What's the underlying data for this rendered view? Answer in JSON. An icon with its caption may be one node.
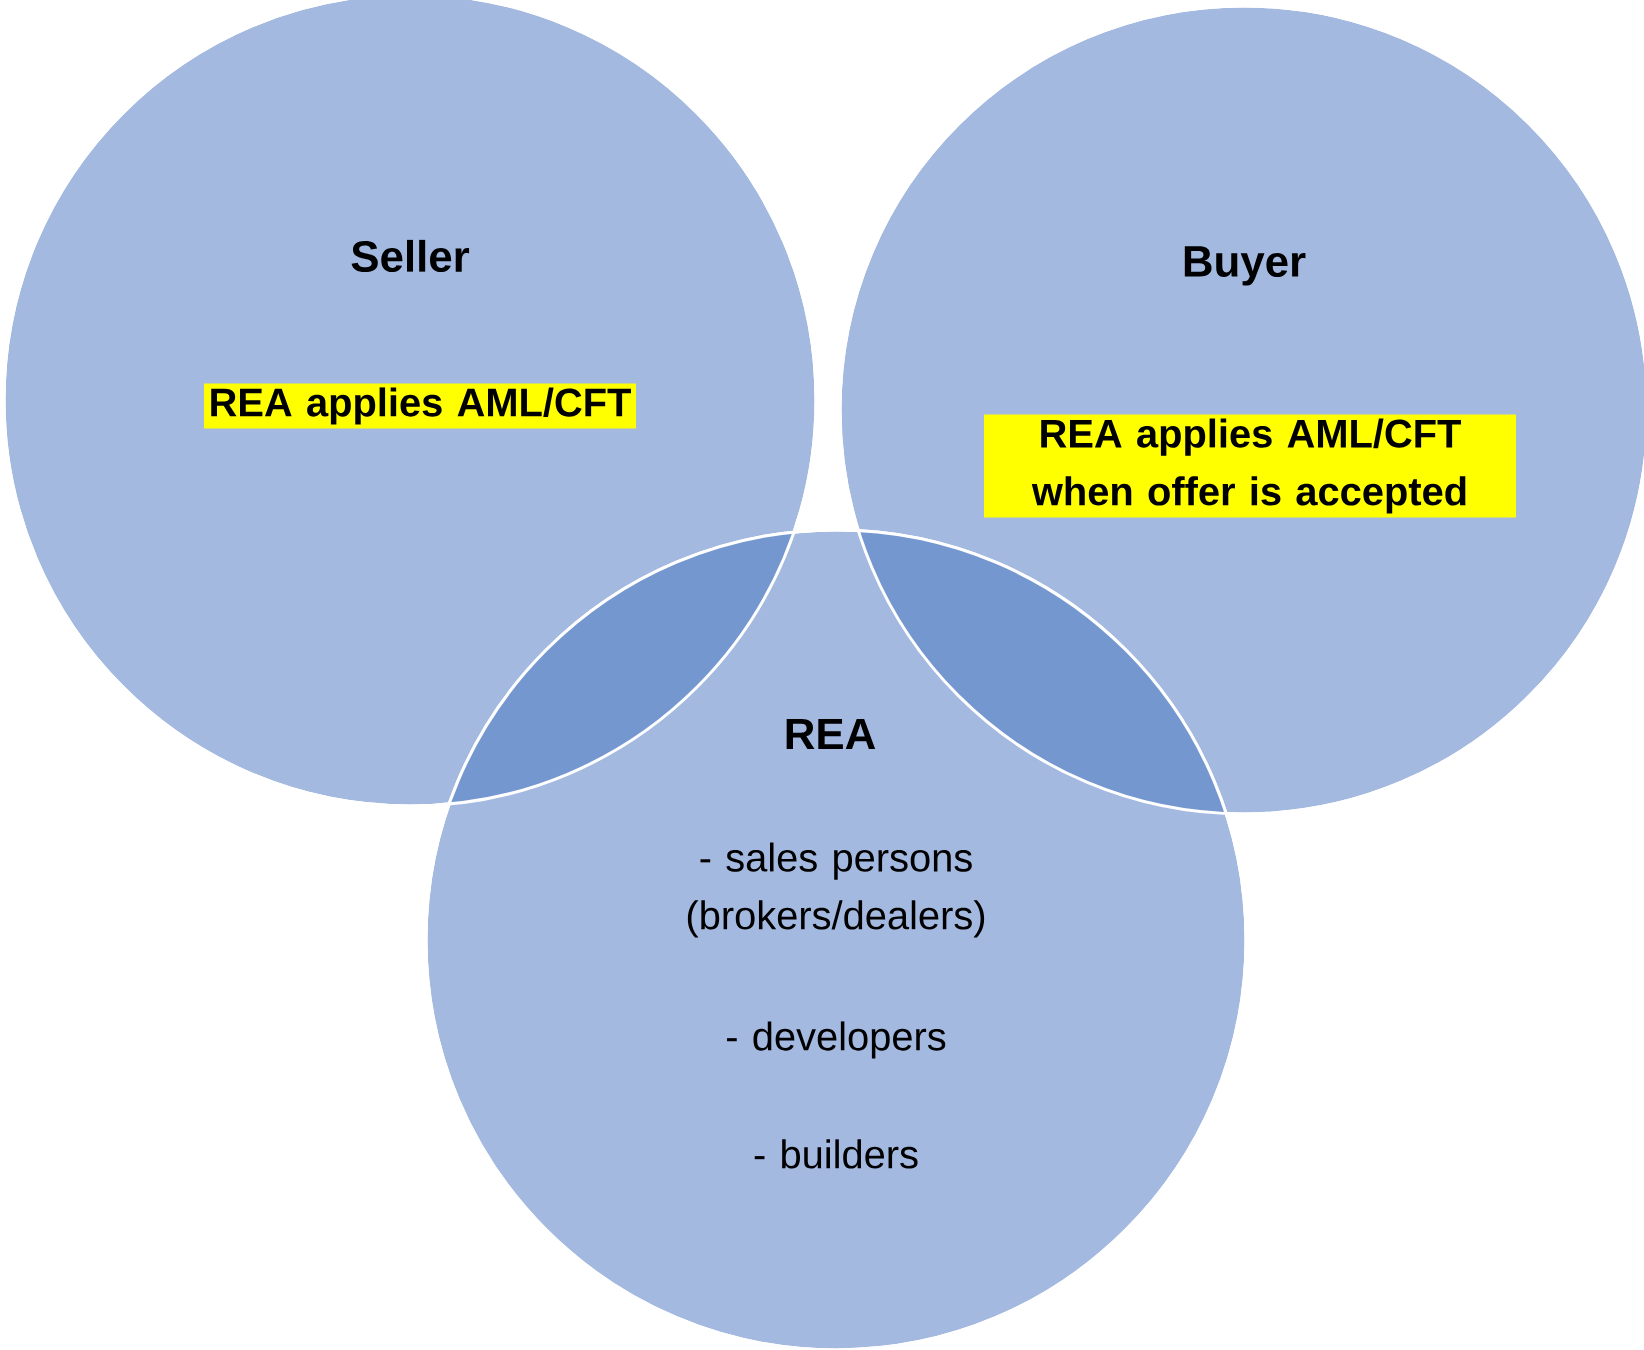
{
  "diagram": {
    "nodes": [
      {
        "text": [
          "Seller",
          "REA applies AML/CFT"
        ]
      },
      {
        "text": [
          "Buyer",
          "REA applies AML/CFT when offer is accepted"
        ]
      },
      {
        "text": [
          "REA",
          "- sales persons (brokers/dealers)",
          "- developers",
          "- builders"
        ]
      }
    ]
  }
}
